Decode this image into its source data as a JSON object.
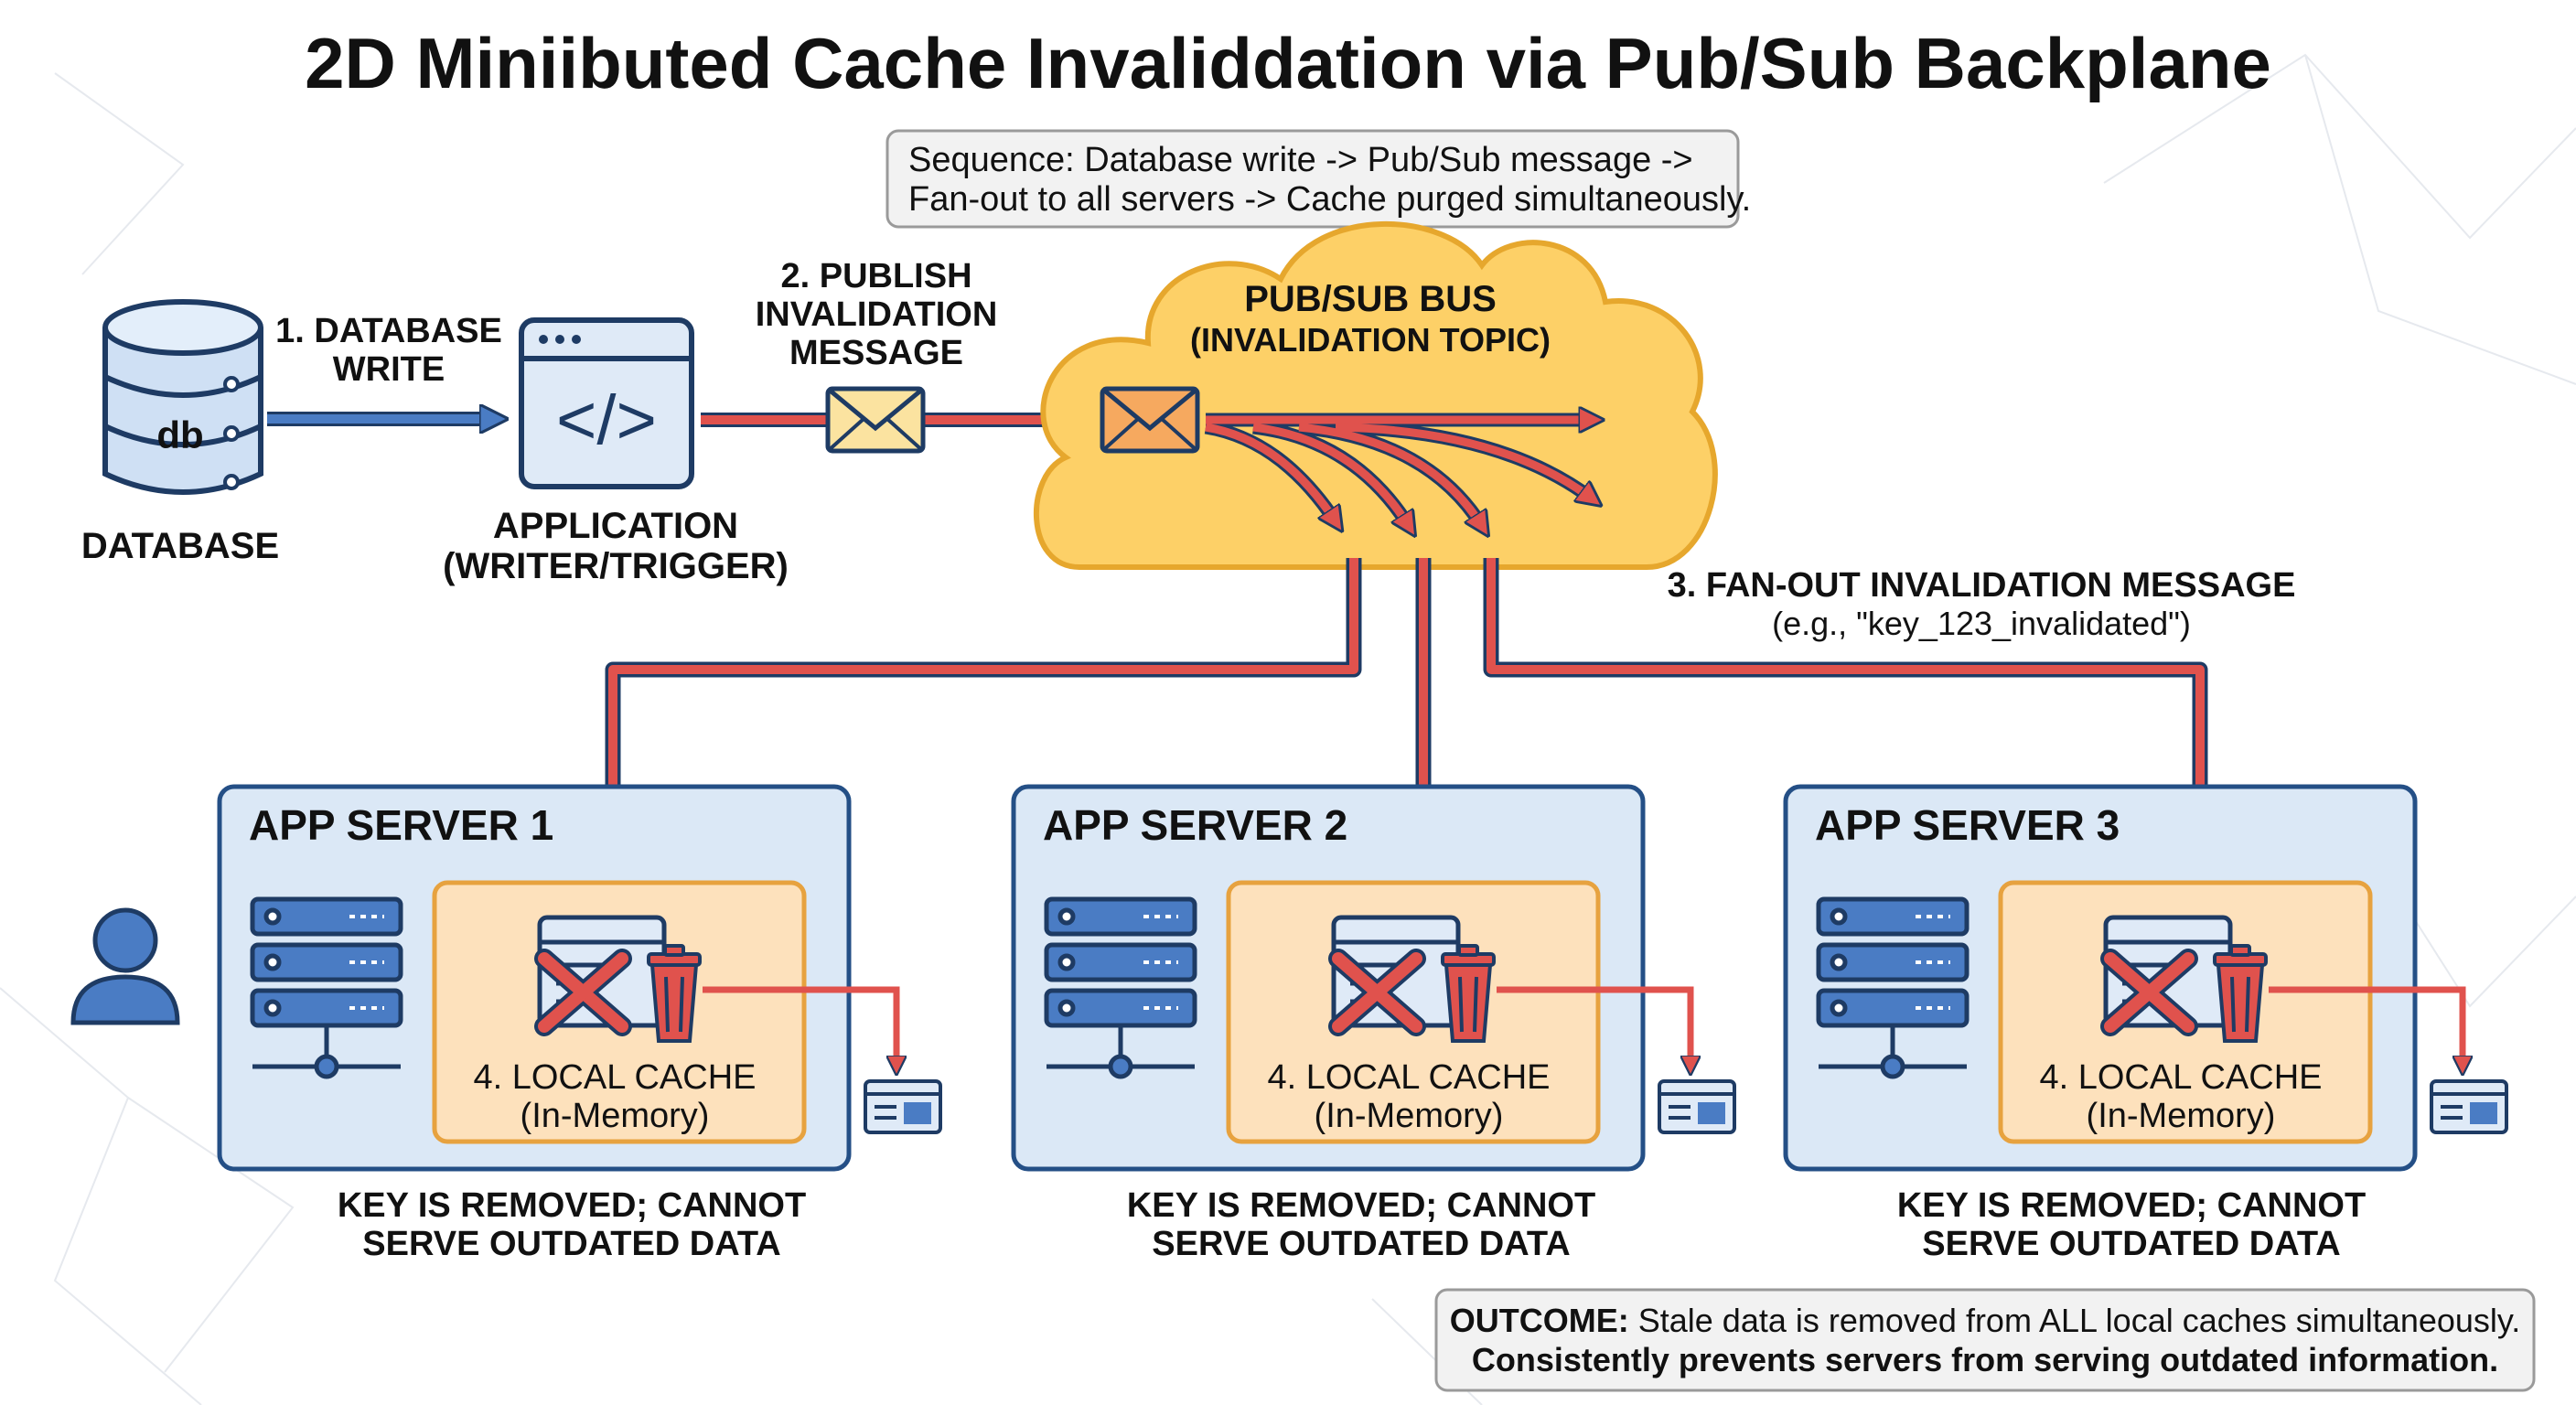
{
  "title": "2D Miniibuted Cache Invaliddation via Pub/Sub Backplane",
  "sequence": {
    "line1": "Sequence: Database write -> Pub/Sub message ->",
    "line2": "Fan-out to all servers -> Cache purged simultaneously."
  },
  "database": {
    "icon_text": "db",
    "label": "DATABASE"
  },
  "step1": {
    "line1": "1. DATABASE",
    "line2": "WRITE"
  },
  "application": {
    "line1": "APPLICATION",
    "line2": "(WRITER/TRIGGER)",
    "icon_text": "</>"
  },
  "step2": {
    "line1": "2. PUBLISH",
    "line2": "INVALIDATION",
    "line3": "MESSAGE"
  },
  "bus": {
    "line1": "PUB/SUB BUS",
    "line2": "(INVALIDATION TOPIC)"
  },
  "step3": {
    "line1": "3. FAN-OUT INVALIDATION MESSAGE",
    "line2": "(e.g., \"key_123_invalidated\")"
  },
  "servers": [
    {
      "title": "APP SERVER 1",
      "cache_line1": "4. LOCAL CACHE",
      "cache_line2": "(In-Memory)",
      "caption_line1": "KEY IS REMOVED; CANNOT",
      "caption_line2": "SERVE OUTDATED DATA"
    },
    {
      "title": "APP SERVER 2",
      "cache_line1": "4. LOCAL CACHE",
      "cache_line2": "(In-Memory)",
      "caption_line1": "KEY IS REMOVED; CANNOT",
      "caption_line2": "SERVE OUTDATED DATA"
    },
    {
      "title": "APP SERVER 3",
      "cache_line1": "4. LOCAL CACHE",
      "cache_line2": "(In-Memory)",
      "caption_line1": "KEY IS REMOVED; CANNOT",
      "caption_line2": "SERVE OUTDATED DATA"
    }
  ],
  "outcome": {
    "label": "OUTCOME:",
    "text": " Stale data is removed from ALL local caches simultaneously.",
    "line2": "Consistently prevents servers from serving outdated information."
  },
  "colors": {
    "arrow_red": "#e0524d",
    "arrow_blue": "#4a7cc4",
    "stroke_dark": "#1e3b64",
    "server_panel_fill": "#dbe8f6",
    "server_panel_stroke": "#244f86",
    "cache_fill": "#fde1bc",
    "cache_stroke": "#e7a23f",
    "cloud_fill": "#fdd067",
    "cloud_stroke": "#e6a72d",
    "envelope_yellow": "#fbe3a0",
    "envelope_orange": "#f6a95f",
    "trash_red": "#e0524d"
  },
  "icons": [
    "database-icon",
    "code-window-icon",
    "envelope-icon",
    "cloud-icon",
    "server-rack-icon",
    "cache-window-icon",
    "x-mark-icon",
    "trash-icon",
    "record-icon",
    "user-icon"
  ]
}
